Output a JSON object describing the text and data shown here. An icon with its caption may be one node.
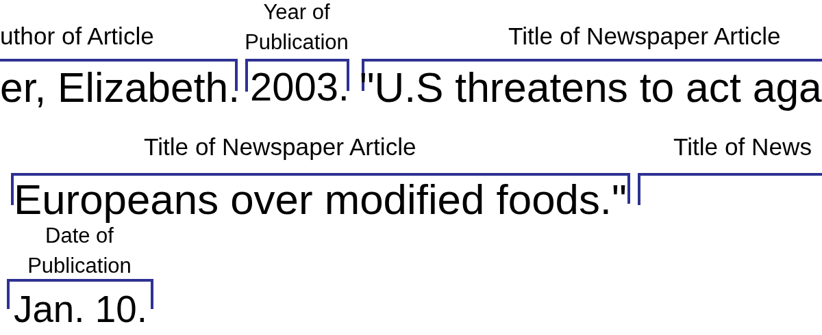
{
  "diagram": {
    "labels": [
      "Year of Publication",
      "uthor of Article",
      "Title of Newspaper Article",
      "er, Elizabeth.",
      "2003.",
      "\"U.S threatens to act aga",
      "Title of Newspaper Article",
      "Title of News",
      "Europeans over modified foods.\"",
      "Date of Publication",
      "Jan. 10."
    ]
  }
}
